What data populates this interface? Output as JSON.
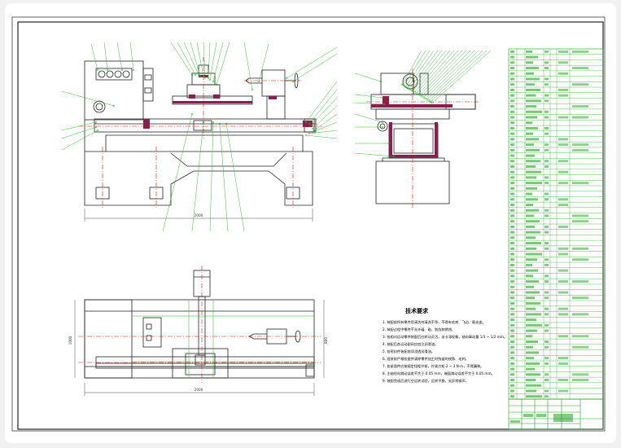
{
  "colors": {
    "page_bg": "#f1f1f1",
    "paper": "#ffffff",
    "outline": "#222222",
    "leader": "#20b820",
    "centerline": "#dd1111",
    "section_fill": "#8a1f4d",
    "table_line": "#20a020",
    "block_fill": "#f4f4f4"
  },
  "notes": {
    "title": "技术要求",
    "lines": [
      "1. 装配前所有零件用清洗剂清洗干净，不得有毛刺、飞边、氧化皮。",
      "2. 装配过程中零件不允许磕、碰、划伤和锈蚀。",
      "3. 各相对运动零件装配后应转动灵活，无卡滞现象，轴向窜动量 1/3 ~ 1/2 mm。",
      "4. 装配后各运动副间应加注润滑油。",
      "5. 各密封件装配前须浸透润滑油。",
      "6. 组装前严格检查并清除零件加工时残留的锐角、毛刺。",
      "7. 各紧固件应按规定扭矩拧紧，拧紧力矩 2 ~ 3 N·m，不得漏装。",
      "8. 主轴径向跳动误差不大于 0.05 mm，端面跳动误差不大于 0.05 mm。",
      "9. 装配完成后进行空运转试验，运转平稳，无异常噪声。"
    ]
  },
  "dimensions": {
    "front_length": "2000",
    "top_length": "2000",
    "top_height": "1000",
    "top_depth": "800"
  },
  "parts_table": {
    "rows": 64
  }
}
